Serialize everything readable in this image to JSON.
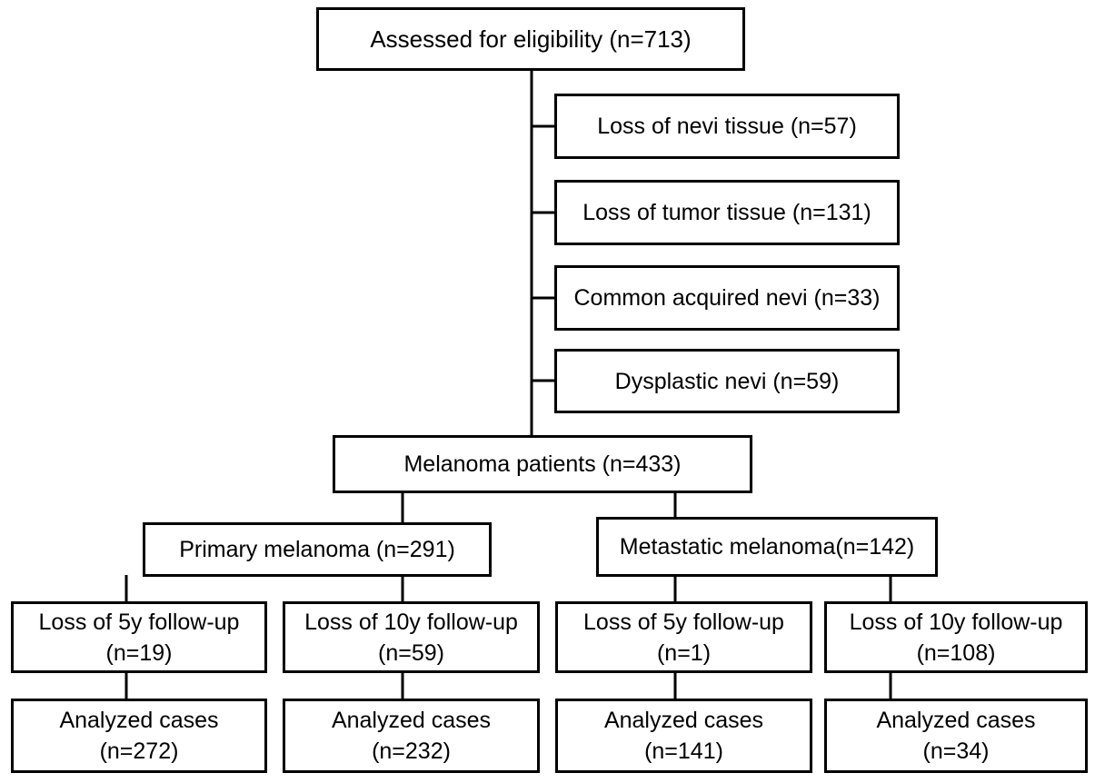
{
  "assessed": "Assessed for eligibility (n=713)",
  "exclusions": {
    "nevi_tissue": "Loss of nevi tissue (n=57)",
    "tumor_tissue": "Loss of tumor tissue (n=131)",
    "common_nevi": "Common acquired nevi (n=33)",
    "dysplastic_nevi": "Dysplastic nevi (n=59)"
  },
  "melanoma_patients": "Melanoma patients (n=433)",
  "primary": "Primary melanoma (n=291)",
  "metastatic": "Metastatic melanoma(n=142)",
  "loss": {
    "primary_5y": {
      "line1": "Loss of 5y follow-up",
      "line2": "(n=19)"
    },
    "primary_10y": {
      "line1": "Loss of 10y follow-up",
      "line2": "(n=59)"
    },
    "metastatic_5y": {
      "line1": "Loss of 5y follow-up",
      "line2": "(n=1)"
    },
    "metastatic_10y": {
      "line1": "Loss of 10y follow-up",
      "line2": "(n=108)"
    }
  },
  "analyzed": {
    "primary_5y": {
      "line1": "Analyzed cases",
      "line2": "(n=272)"
    },
    "primary_10y": {
      "line1": "Analyzed cases",
      "line2": "(n=232)"
    },
    "metastatic_5y": {
      "line1": "Analyzed cases",
      "line2": "(n=141)"
    },
    "metastatic_10y": {
      "line1": "Analyzed cases",
      "line2": "(n=34)"
    }
  }
}
